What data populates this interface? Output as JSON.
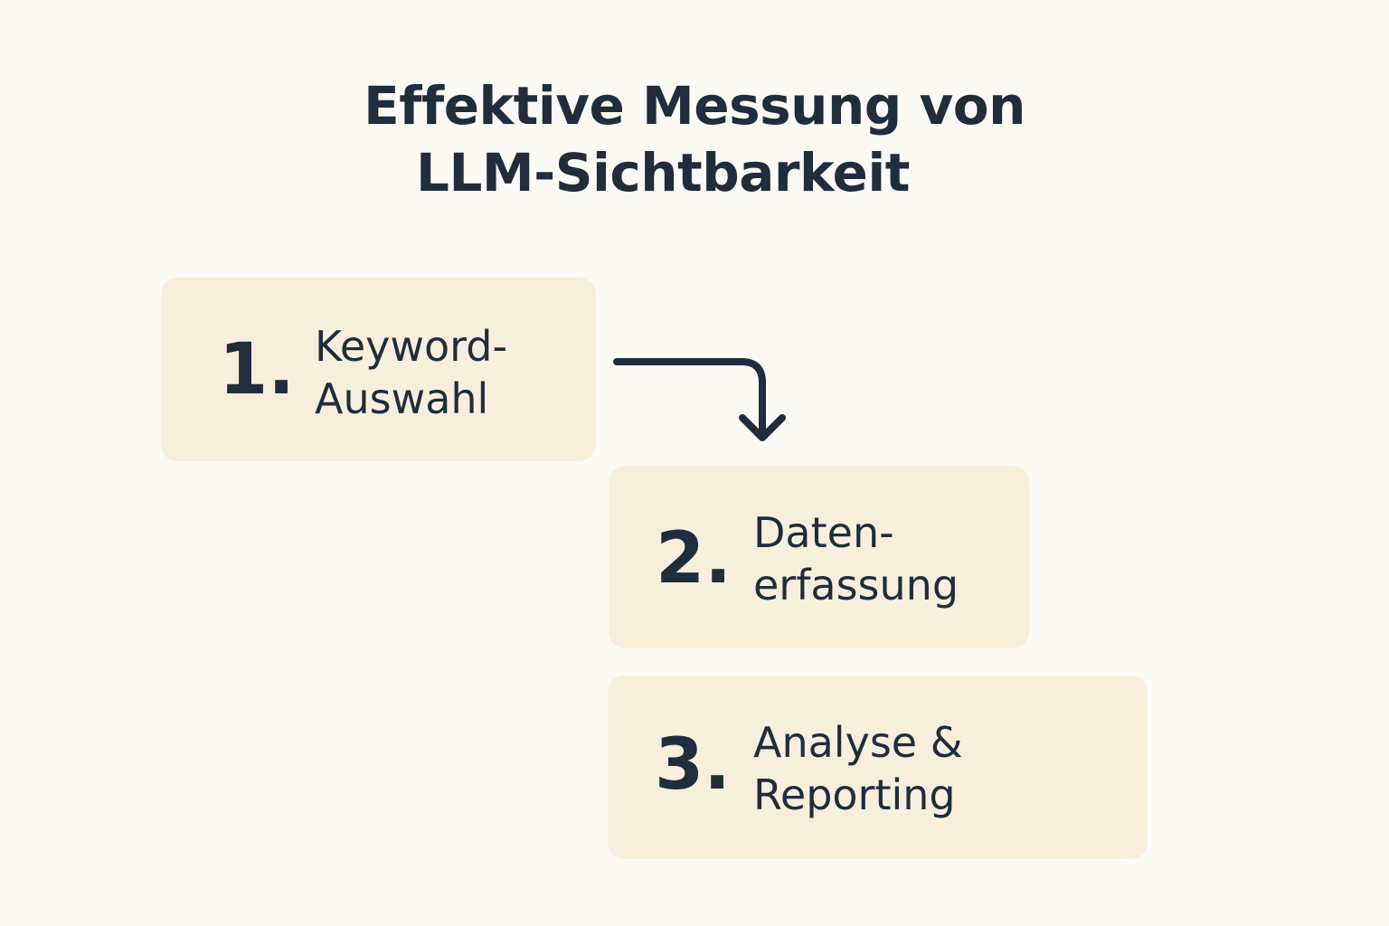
{
  "title": {
    "line1": "Effektive Messung von",
    "line2": "LLM-Sichtbarkeit"
  },
  "steps": [
    {
      "number": "1.",
      "label": "Keyword-\nAuswahl"
    },
    {
      "number": "2.",
      "label": "Daten-\nerfassung"
    },
    {
      "number": "3.",
      "label": "Analyse &\nReporting"
    }
  ],
  "colors": {
    "background": "#fcfaf4",
    "box": "#f7efdc",
    "text": "#1f2d3d"
  },
  "icons": {
    "connector": "arrow-right-then-down-icon"
  }
}
